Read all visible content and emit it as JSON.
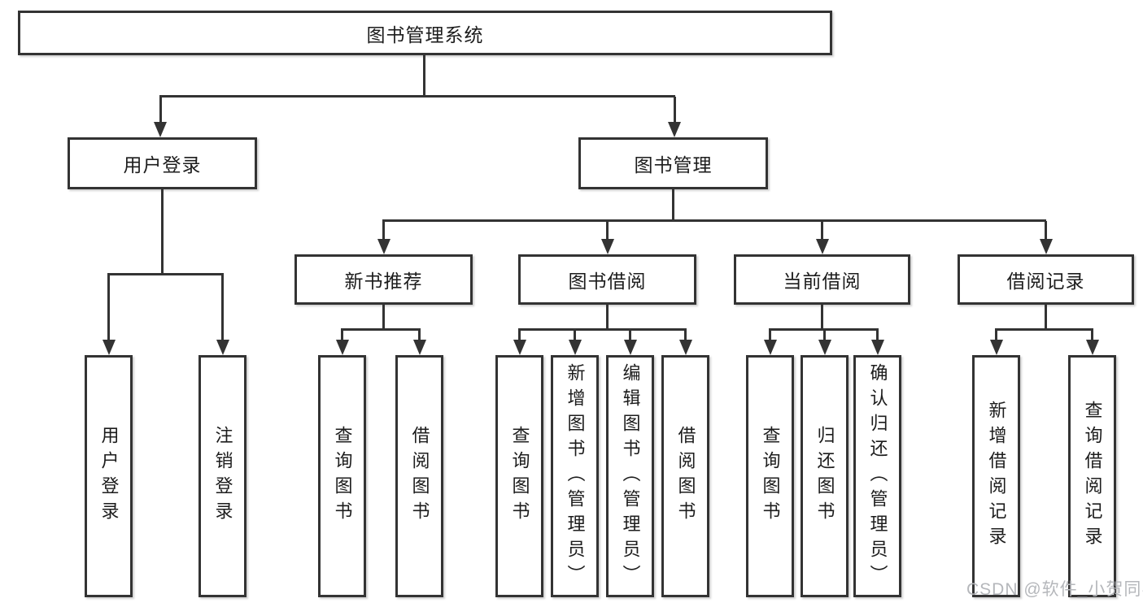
{
  "tree": {
    "root": {
      "label": "图书管理系统"
    },
    "branches": [
      {
        "label": "用户登录",
        "children": [
          {
            "label": "用户登录"
          },
          {
            "label": "注销登录"
          }
        ]
      },
      {
        "label": "图书管理",
        "children": [
          {
            "label": "新书推荐",
            "children": [
              {
                "label": "查询图书"
              },
              {
                "label": "借阅图书"
              }
            ]
          },
          {
            "label": "图书借阅",
            "children": [
              {
                "label": "查询图书"
              },
              {
                "label": "新增图书（管理员）"
              },
              {
                "label": "编辑图书（管理员）"
              },
              {
                "label": "借阅图书"
              }
            ]
          },
          {
            "label": "当前借阅",
            "children": [
              {
                "label": "查询图书"
              },
              {
                "label": "归还图书"
              },
              {
                "label": "确认归还（管理员）"
              }
            ]
          },
          {
            "label": "借阅记录",
            "children": [
              {
                "label": "新增借阅记录"
              },
              {
                "label": "查询借阅记录"
              }
            ]
          }
        ]
      }
    ]
  },
  "watermark": "CSDN @软件_小贺同学",
  "colors": {
    "line": "#333333",
    "background": "#ffffff",
    "watermark_text": "#b5b7bb"
  }
}
